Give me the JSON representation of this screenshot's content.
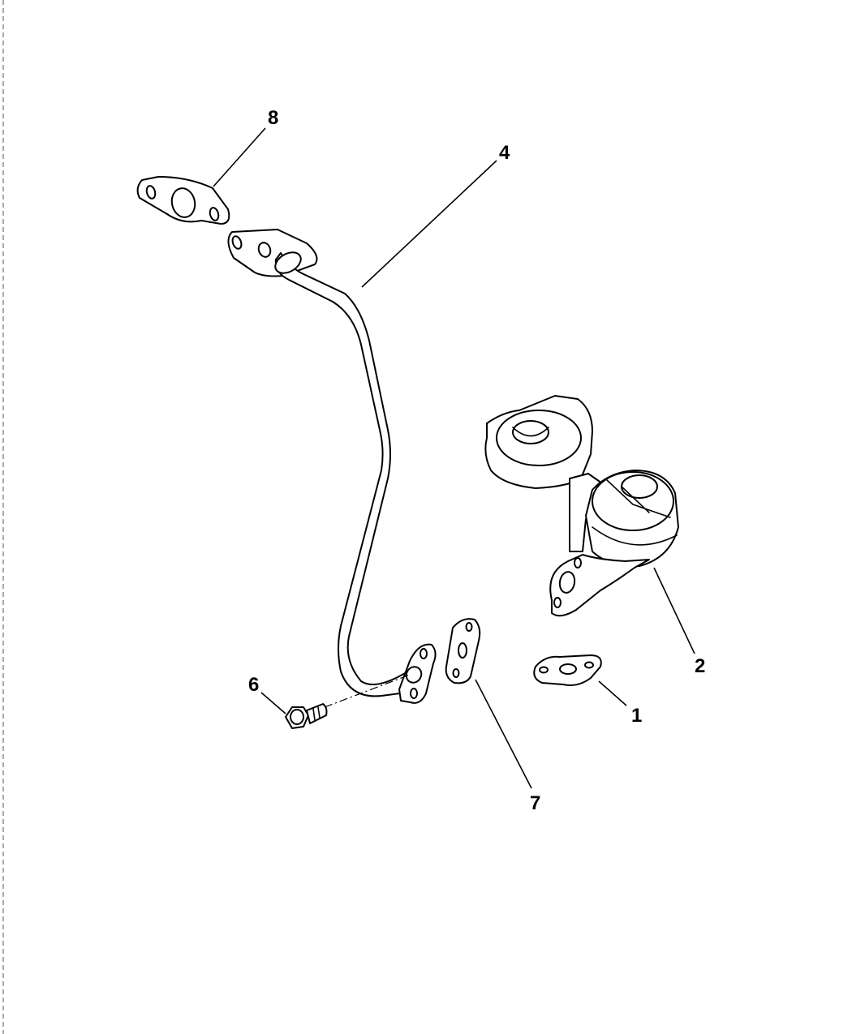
{
  "diagram": {
    "callouts": [
      {
        "id": "1",
        "label": "1"
      },
      {
        "id": "2",
        "label": "2"
      },
      {
        "id": "4",
        "label": "4"
      },
      {
        "id": "6",
        "label": "6"
      },
      {
        "id": "7",
        "label": "7"
      },
      {
        "id": "8",
        "label": "8"
      }
    ]
  }
}
